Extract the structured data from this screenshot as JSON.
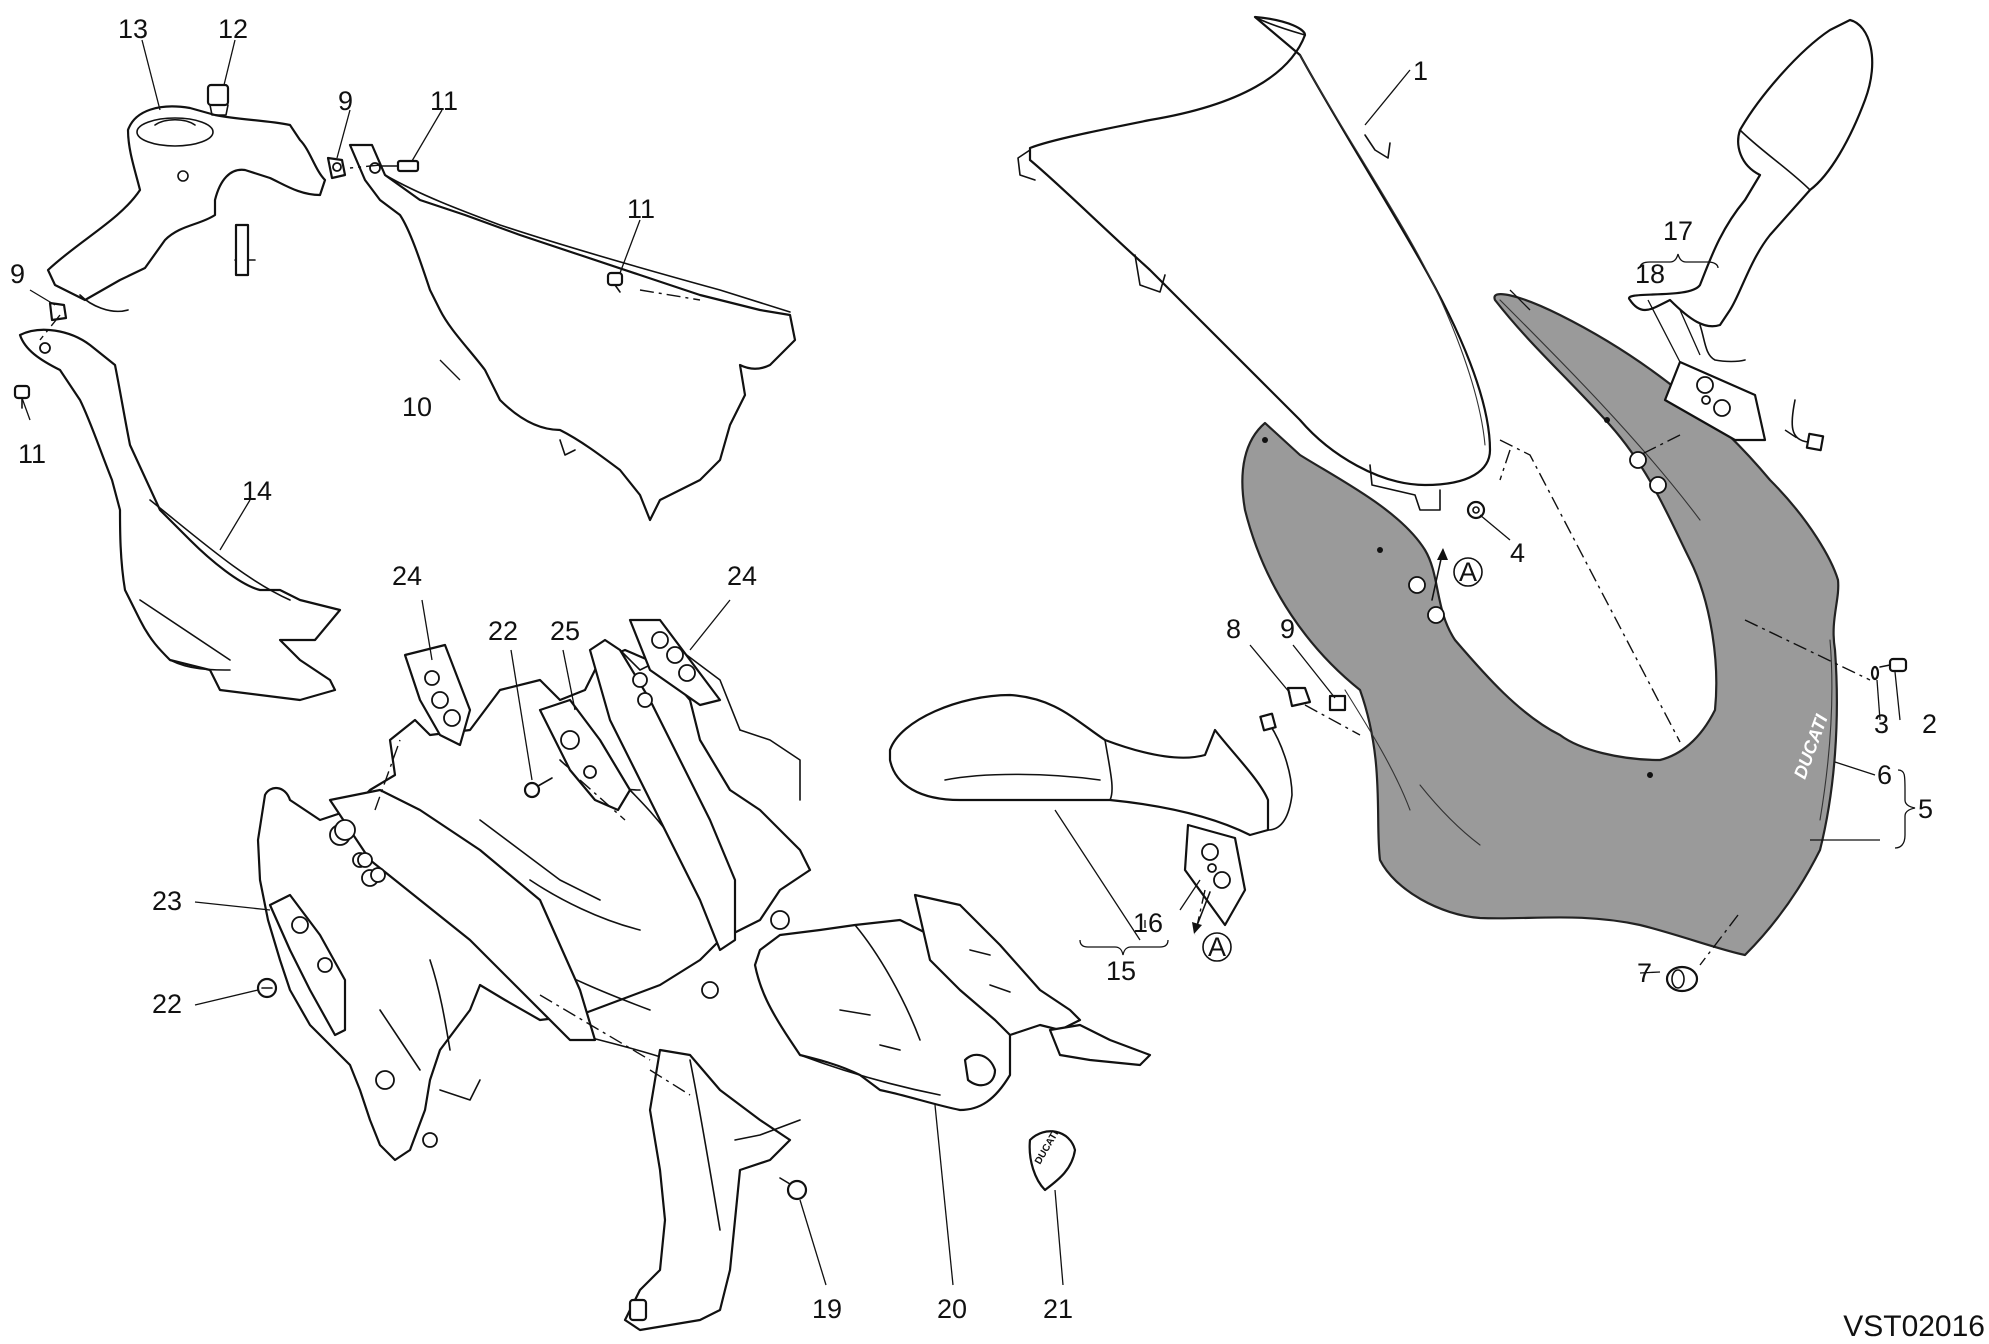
{
  "diagram_code": "VST02016",
  "callouts": {
    "c1": "1",
    "c2": "2",
    "c3": "3",
    "c4": "4",
    "c5": "5",
    "c6": "6",
    "c7": "7",
    "c8": "8",
    "c9a": "9",
    "c9b": "9",
    "c9c": "9",
    "c10": "10",
    "c11a": "11",
    "c11b": "11",
    "c11c": "11",
    "c12": "12",
    "c13": "13",
    "c14": "14",
    "c15": "15",
    "c16": "16",
    "c17": "17",
    "c18": "18",
    "c19": "19",
    "c20": "20",
    "c21": "21",
    "c22a": "22",
    "c22b": "22",
    "c23": "23",
    "c24a": "24",
    "c24b": "24",
    "c25": "25"
  },
  "reference_marks": {
    "a1": "A",
    "a2": "A"
  }
}
